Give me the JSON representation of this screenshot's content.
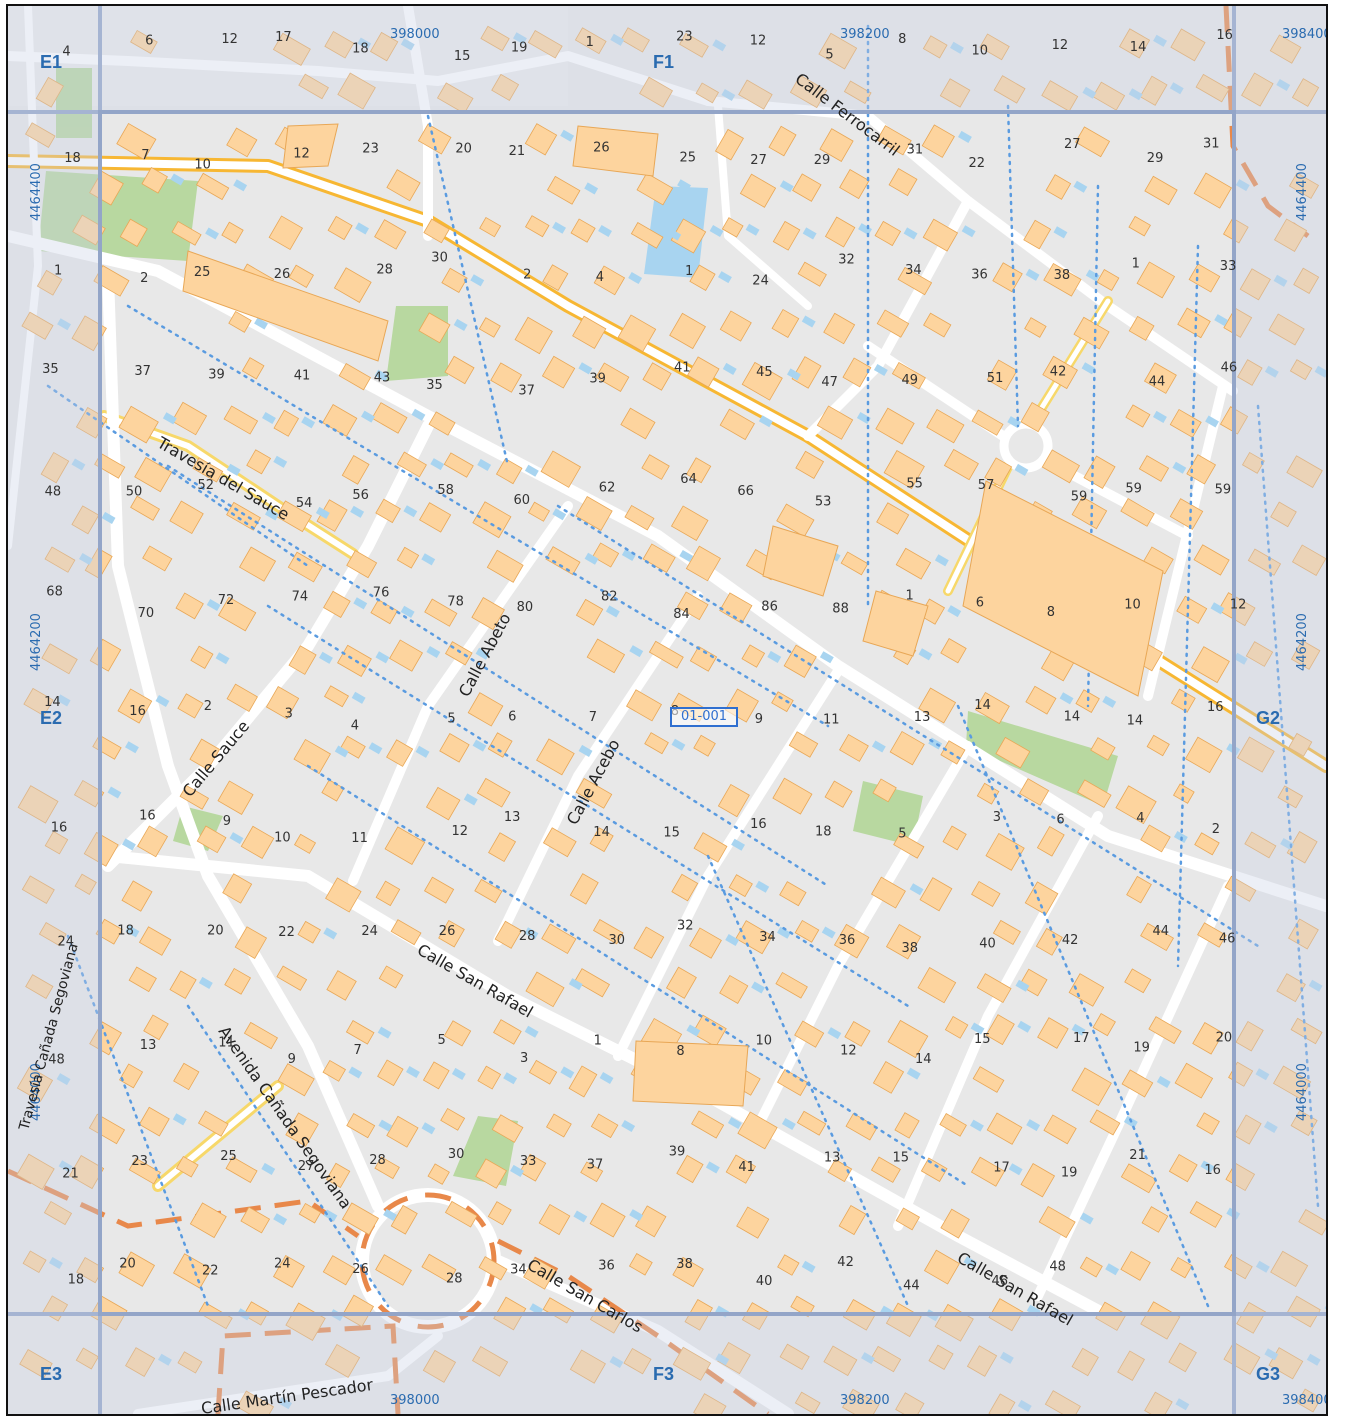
{
  "map": {
    "colors": {
      "background": "#e8e8e8",
      "road": "#ffffff",
      "main_road": "#f7b733",
      "building": "#fdd49e",
      "building_stroke": "#e8a756",
      "pool": "#a8d4f0",
      "park": "#b8d8a0",
      "grid": "#93a5c8",
      "boundary": "#e8884a",
      "dotted": "#5a9be0",
      "label_blue": "#2a6bb0"
    },
    "sheet_id": "01-001",
    "grid_cells": [
      "E1",
      "F1",
      "E2",
      "G2",
      "E3",
      "F3",
      "G3"
    ],
    "coordinates": {
      "x_398000_top": "398000",
      "x_398200_top": "398200",
      "x_398400_top": "398400",
      "x_398000_bottom": "398000",
      "x_398200_bottom": "398200",
      "x_398400_bottom": "398400",
      "y_4464400_left": "4464400",
      "y_4464200_left": "4464200",
      "y_4464000_left": "4464000",
      "y_4464400_right": "4464400",
      "y_4464200_right": "4464200",
      "y_4464000_right": "4464000"
    },
    "streets": [
      "Calle Ferrocarril",
      "Travesía del Sauce",
      "Calle Abeto",
      "Calle Acebo",
      "Calle Sauce",
      "Calle San Rafael",
      "Avenida Cañada Segoviana",
      "Calle San Rafael",
      "Calle San Carlos",
      "Calle Martín Pescador",
      "Travesía Cañada Segoviana"
    ],
    "house_numbers": [
      "4",
      "6",
      "12",
      "17",
      "18",
      "15",
      "19",
      "1",
      "23",
      "12",
      "5",
      "8",
      "10",
      "12",
      "14",
      "16",
      "18",
      "7",
      "10",
      "12",
      "23",
      "20",
      "21",
      "26",
      "25",
      "27",
      "29",
      "31",
      "22",
      "27",
      "29",
      "31",
      "1",
      "2",
      "25",
      "26",
      "28",
      "30",
      "2",
      "4",
      "1",
      "24",
      "32",
      "34",
      "36",
      "38",
      "1",
      "33",
      "35",
      "37",
      "39",
      "41",
      "43",
      "35",
      "37",
      "39",
      "41",
      "45",
      "47",
      "49",
      "51",
      "42",
      "44",
      "46",
      "48",
      "50",
      "52",
      "54",
      "56",
      "58",
      "60",
      "62",
      "64",
      "66",
      "53",
      "55",
      "57",
      "59",
      "59",
      "59",
      "68",
      "70",
      "72",
      "74",
      "76",
      "78",
      "80",
      "82",
      "84",
      "86",
      "88",
      "1",
      "6",
      "8",
      "10",
      "12",
      "14",
      "16",
      "2",
      "3",
      "4",
      "5",
      "6",
      "7",
      "8",
      "9",
      "11",
      "13",
      "14",
      "14",
      "14",
      "16",
      "16",
      "16",
      "9",
      "10",
      "11",
      "12",
      "13",
      "14",
      "15",
      "16",
      "18",
      "5",
      "3",
      "6",
      "4",
      "2",
      "24",
      "18",
      "20",
      "22",
      "24",
      "26",
      "28",
      "30",
      "32",
      "34",
      "36",
      "38",
      "40",
      "42",
      "44",
      "46",
      "48",
      "13",
      "11",
      "9",
      "7",
      "5",
      "3",
      "1",
      "8",
      "10",
      "12",
      "14",
      "15",
      "17",
      "19",
      "20",
      "21",
      "23",
      "25",
      "27",
      "28",
      "30",
      "33",
      "37",
      "39",
      "41",
      "13",
      "15",
      "17",
      "19",
      "21",
      "16",
      "18",
      "20",
      "22",
      "24",
      "26",
      "28",
      "34",
      "36",
      "38",
      "40",
      "42",
      "44",
      "46",
      "48"
    ]
  }
}
